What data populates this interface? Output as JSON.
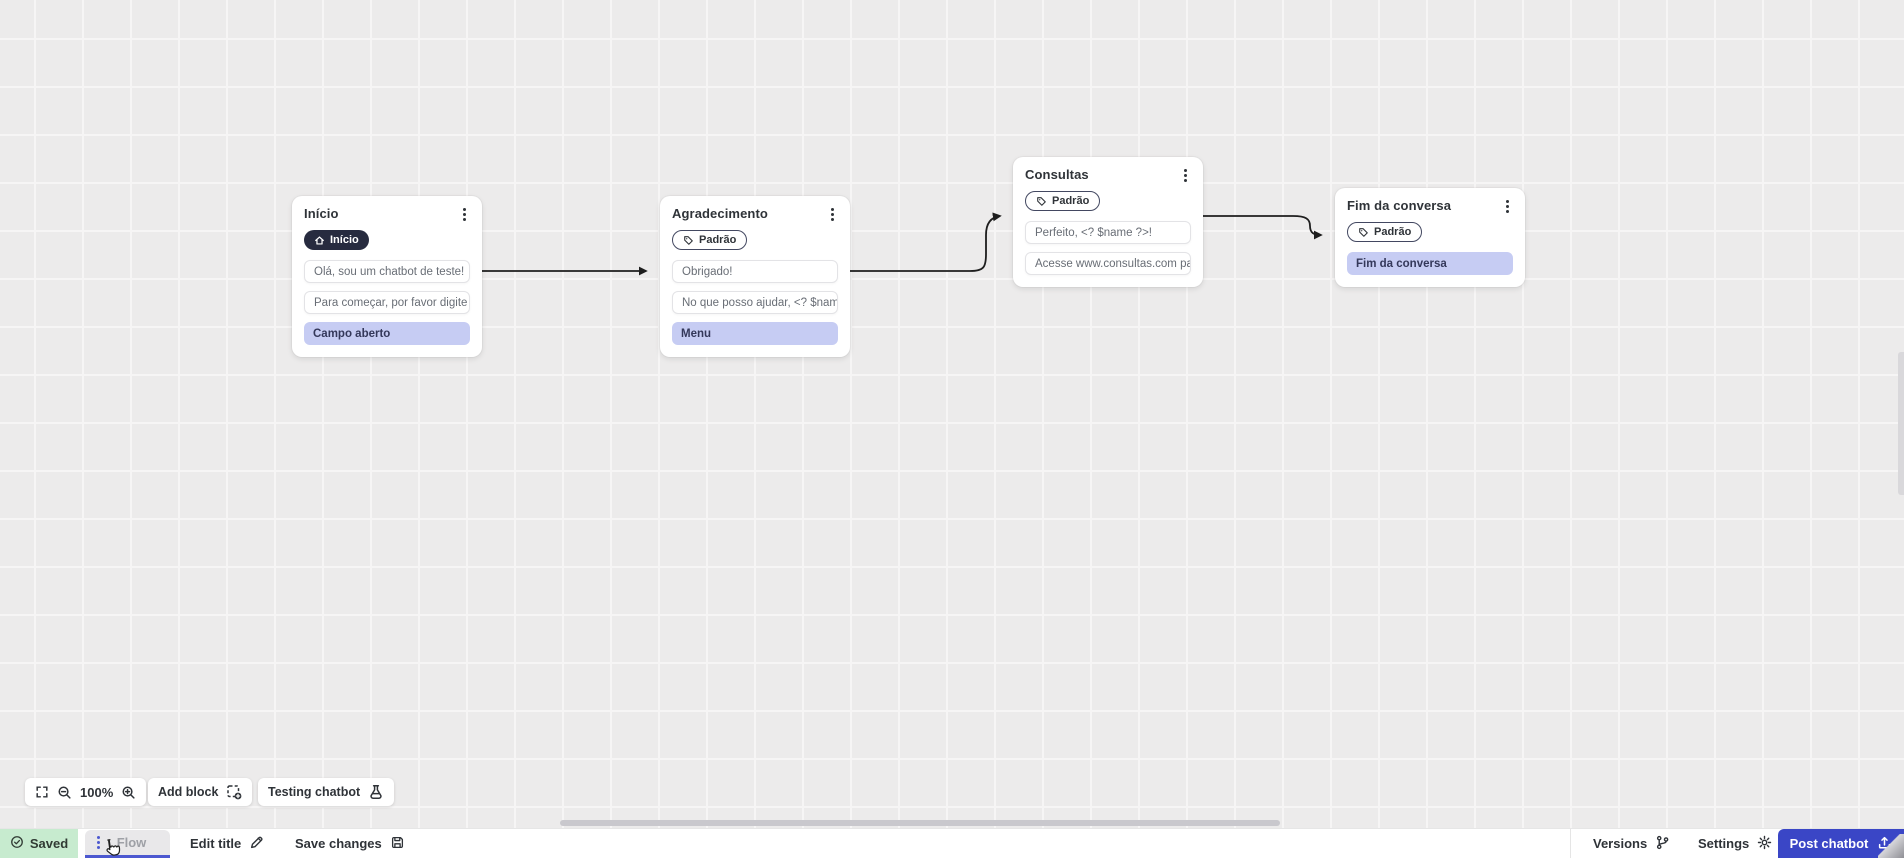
{
  "canvas": {
    "nodes": [
      {
        "title": "Início",
        "badge": "Início",
        "badge_type": "start",
        "blocks": [
          {
            "type": "bubble",
            "text": "Olá, sou um chatbot de teste!"
          },
          {
            "type": "bubble",
            "text": "Para começar, por favor digite o ..."
          },
          {
            "type": "input",
            "text": "Campo aberto"
          }
        ]
      },
      {
        "title": "Agradecimento",
        "badge": "Padrão",
        "badge_type": "outline",
        "blocks": [
          {
            "type": "bubble",
            "text": "Obrigado!"
          },
          {
            "type": "bubble",
            "text": "No que posso ajudar, <? $name ..."
          },
          {
            "type": "input",
            "text": "Menu"
          }
        ]
      },
      {
        "title": "Consultas",
        "badge": "Padrão",
        "badge_type": "outline",
        "blocks": [
          {
            "type": "bubble",
            "text": "Perfeito, <? $name ?>!"
          },
          {
            "type": "bubble",
            "text": "Acesse www.consultas.com par..."
          }
        ]
      },
      {
        "title": "Fim da conversa",
        "badge": "Padrão",
        "badge_type": "outline",
        "blocks": [
          {
            "type": "input",
            "text": "Fim da conversa"
          }
        ]
      }
    ]
  },
  "toolbar": {
    "zoom_level": "100%",
    "add_block_label": "Add block",
    "testing_label": "Testing chatbot"
  },
  "bottom_bar": {
    "saved_label": "Saved",
    "flow_label": "Flow",
    "edit_title_label": "Edit title",
    "save_changes_label": "Save changes",
    "versions_label": "Versions",
    "settings_label": "Settings",
    "post_label": "Post chatbot"
  },
  "colors": {
    "accent_indigo": "#4c58d0",
    "post_button": "#3a46c6",
    "input_block": "#c6ccf3",
    "saved_green": "#c7ebcf",
    "start_badge": "#272b3f",
    "connector": "#1e1e1e",
    "canvas_bg": "#ecebeb"
  }
}
